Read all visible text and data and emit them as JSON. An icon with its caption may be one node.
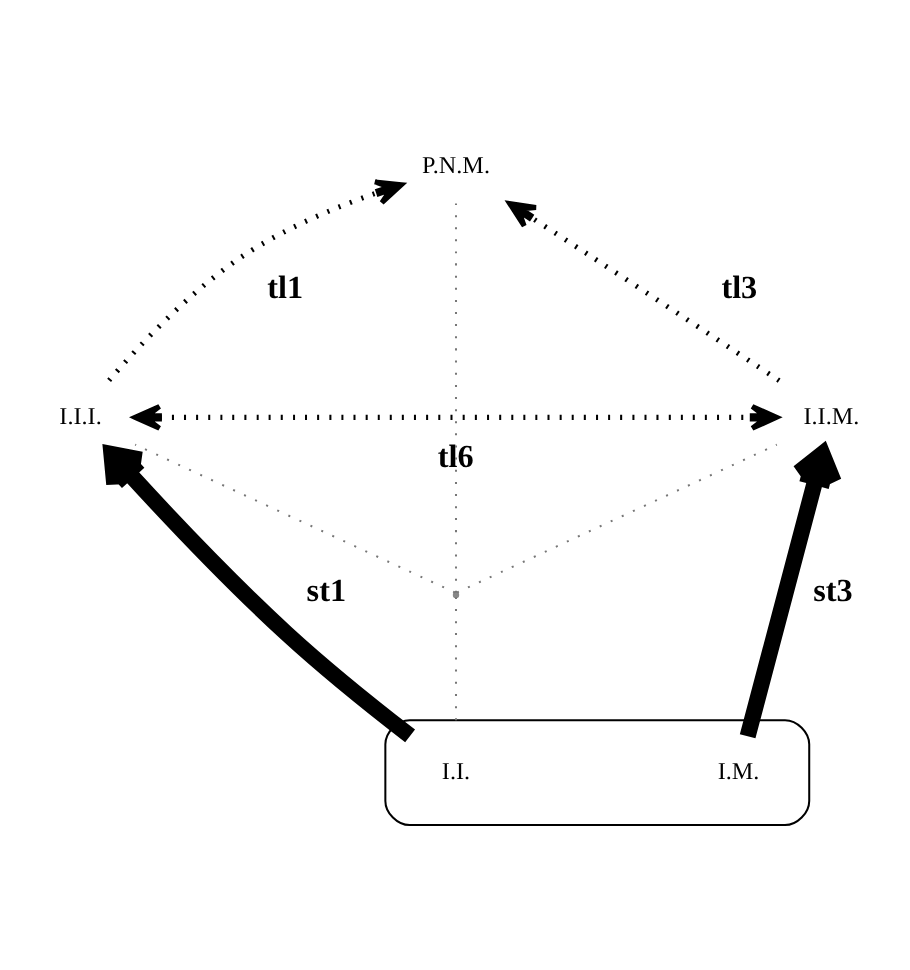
{
  "diagram": {
    "nodes": [
      {
        "text": [
          "P.N.M."
        ]
      },
      {
        "text": [
          "I.I.I."
        ]
      },
      {
        "text": [
          "I.I.M."
        ]
      },
      {
        "text": [],
        "shape": "point"
      },
      {
        "text": [],
        "shape": "ellipse"
      },
      {
        "text": [
          "I.I."
        ],
        "in": 4
      },
      {
        "text": [
          "I.M."
        ],
        "in": 4
      }
    ],
    "edges": [
      {
        "from": 5,
        "to": 1,
        "arrow": "to",
        "label": "st1",
        "style": "thick"
      },
      {
        "from": 6,
        "to": 2,
        "arrow": "to",
        "label": "st3",
        "style": "thick"
      },
      {
        "from": 1,
        "to": 0,
        "arrow": "to",
        "label": "tl1",
        "style": "dashed"
      },
      {
        "from": 2,
        "to": 0,
        "arrow": "to",
        "label": "tl3",
        "style": "dashed"
      },
      {
        "from": 1,
        "to": 2,
        "arrow": "both",
        "label": "tl6",
        "style": "dashed"
      },
      {
        "from": 0,
        "to": 3,
        "arrow": "none",
        "style": "dashed",
        "color": "#777777"
      },
      {
        "from": 1,
        "to": 3,
        "arrow": "none",
        "style": "dashed",
        "color": "#777777"
      },
      {
        "from": 2,
        "to": 3,
        "arrow": "none",
        "style": "dashed",
        "color": "#777777"
      },
      {
        "from": 3,
        "to": 4,
        "arrow": "none",
        "style": "dashed",
        "color": "#777777"
      }
    ]
  }
}
